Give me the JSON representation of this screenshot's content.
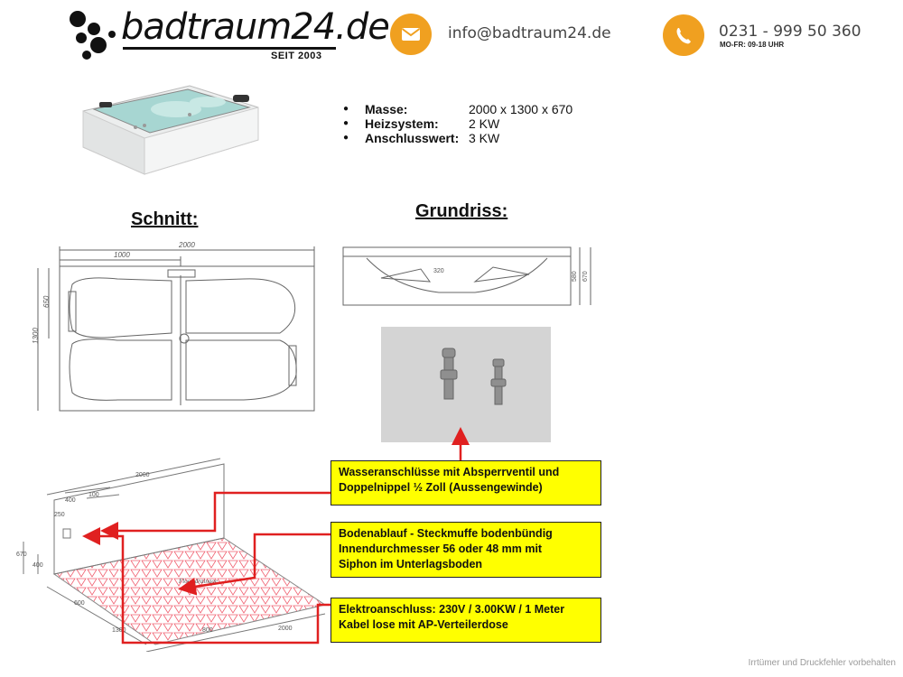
{
  "header": {
    "logo": {
      "name": "badtraum24.de",
      "tagline": "SEIT 2003"
    },
    "email": {
      "icon": "envelope-icon",
      "text": "info@badtraum24.de"
    },
    "phone": {
      "icon": "phone-icon",
      "number": "0231 - 999 50 360",
      "hours": "MO-FR: 09-18 UHR"
    },
    "accent": "#f0a020"
  },
  "specs": [
    {
      "label": "Masse:",
      "value": "2000 x 1300 x 670"
    },
    {
      "label": "Heizsystem:",
      "value": "2 KW"
    },
    {
      "label": "Anschlusswert:",
      "value": "3 KW"
    }
  ],
  "headings": {
    "schnitt": "Schnitt:",
    "grundriss": "Grundriss:"
  },
  "drawing": {
    "width_label": "2000",
    "half_label": "1000",
    "depth_label": "650",
    "total_depth_label": "1300",
    "height_labels": [
      "320",
      "580",
      "670"
    ]
  },
  "install": {
    "dims": [
      "2000",
      "400",
      "100",
      "250",
      "670",
      "400",
      "600",
      "800",
      "2000",
      "1300"
    ],
    "floor_label": "Floor drainage"
  },
  "callouts": {
    "water": [
      "Wasseranschlüsse mit Absperrventil und",
      "Doppelnippel ½ Zoll (Aussengewinde)"
    ],
    "drain": [
      "Bodenablauf - Steckmuffe bodenbündig",
      "Innendurchmesser 56 oder 48 mm mit",
      "Siphon im Unterlagsboden"
    ],
    "electric": [
      "Elektroanschluss: 230V / 3.00KW / 1 Meter",
      "Kabel lose mit AP-Verteilerdose"
    ],
    "color": "#ffff00",
    "arrow_color": "#e02020"
  },
  "footer": "Irrtümer und Druckfehler vorbehalten"
}
